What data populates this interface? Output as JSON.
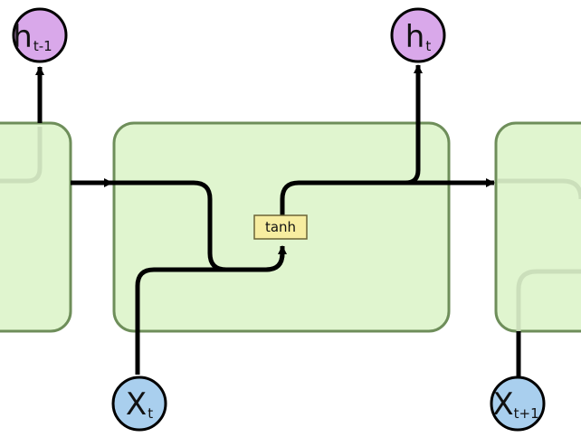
{
  "diagram": {
    "colors": {
      "cell_fill": "#e0f5cf",
      "cell_stroke": "#6e8e5a",
      "arrow": "#000000",
      "output_node_fill": "#d9a8ea",
      "input_node_fill": "#a9cfee",
      "op_fill": "#f7eda0",
      "op_stroke": "#6b6537"
    },
    "nodes": {
      "h_prev": {
        "main": "h",
        "sub": "t-1"
      },
      "h_t": {
        "main": "h",
        "sub": "t"
      },
      "x_t": {
        "main": "X",
        "sub": "t"
      },
      "x_next": {
        "main": "X",
        "sub": "t+1"
      }
    },
    "op": {
      "label": "tanh"
    }
  }
}
